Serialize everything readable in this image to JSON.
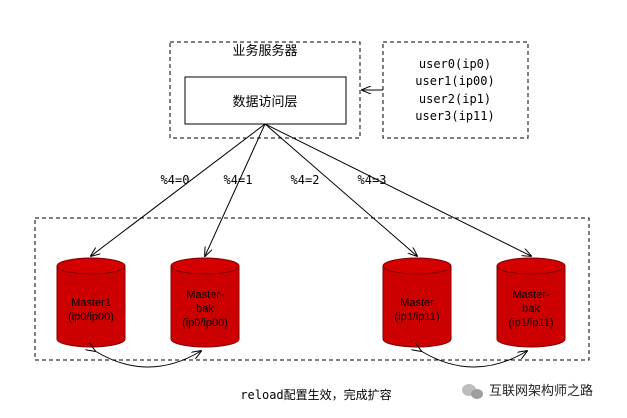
{
  "server": {
    "title": "业务服务器",
    "dal_label": "数据访问层"
  },
  "users": [
    "user0(ip0)",
    "user1(ip00)",
    "user2(ip1)",
    "user3(ip11)"
  ],
  "edge_labels": [
    "%4=0",
    "%4=1",
    "%4=2",
    "%4=3"
  ],
  "databases": [
    {
      "lines": [
        "Master1",
        "(ip0/ip00)"
      ]
    },
    {
      "lines": [
        "Master-",
        "bak",
        "(ip0/ip00)"
      ]
    },
    {
      "lines": [
        "Master",
        "(ip1/ip11)"
      ]
    },
    {
      "lines": [
        "Master-",
        "bak",
        "(ip1/ip11)"
      ]
    }
  ],
  "caption": "reload配置生效，完成扩容",
  "watermark": "互联网架构师之路",
  "colors": {
    "db_fill": "#cc0000",
    "db_top": "#d40000",
    "db_stroke": "#800000"
  }
}
